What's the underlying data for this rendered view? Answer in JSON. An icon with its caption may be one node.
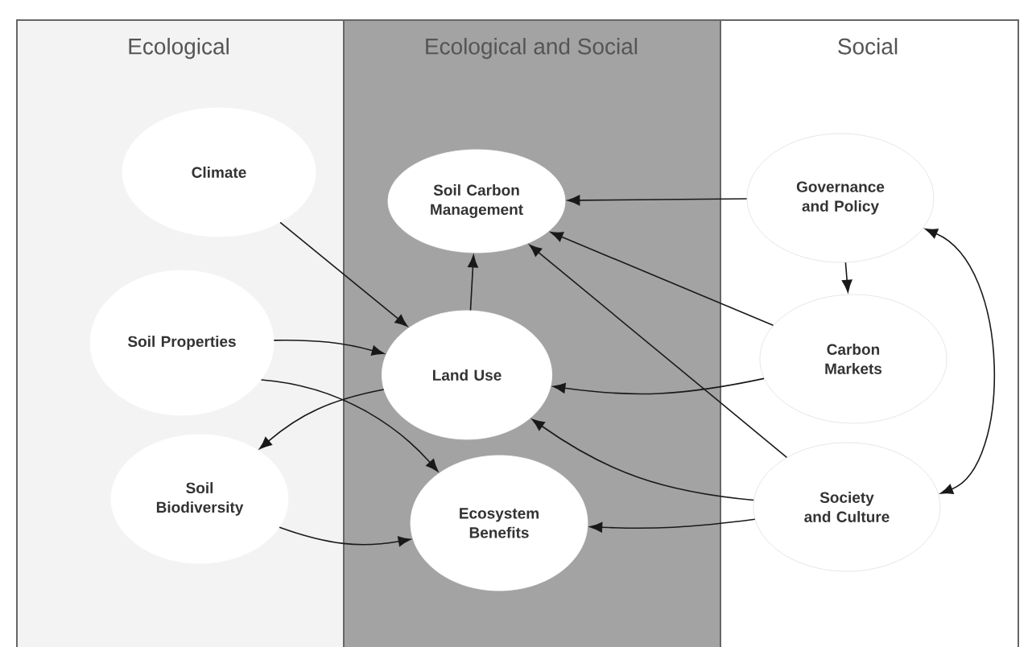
{
  "diagram": {
    "nodes": [
      {
        "text": [
          "Ecological"
        ]
      },
      {
        "text": [
          "Climate"
        ],
        "in": 0
      },
      {
        "text": [
          "Soil Properties"
        ],
        "in": 0
      },
      {
        "text": [
          "Soil Biodiversity"
        ],
        "in": 0
      },
      {
        "text": [
          "Ecological and Social"
        ]
      },
      {
        "text": [
          "Soil Carbon Management"
        ],
        "in": 4
      },
      {
        "text": [
          "Land Use"
        ],
        "in": 4
      },
      {
        "text": [
          "Ecosystem Benefits"
        ],
        "in": 4
      },
      {
        "text": [
          "Social"
        ]
      },
      {
        "text": [
          "Governance and Policy"
        ],
        "in": 8
      },
      {
        "text": [
          "Carbon Markets"
        ],
        "in": 8
      },
      {
        "text": [
          "Society and Culture"
        ],
        "in": 8
      }
    ],
    "edges": [
      {
        "from": 1,
        "to": 6,
        "arrow": "to"
      },
      {
        "from": 2,
        "to": 6,
        "arrow": "to"
      },
      {
        "from": 2,
        "to": 7,
        "arrow": "to"
      },
      {
        "from": 6,
        "to": 3,
        "arrow": "to"
      },
      {
        "from": 3,
        "to": 7,
        "arrow": "to"
      },
      {
        "from": 6,
        "to": 5,
        "arrow": "to"
      },
      {
        "from": 9,
        "to": 5,
        "arrow": "to"
      },
      {
        "from": 9,
        "to": 10,
        "arrow": "to"
      },
      {
        "from": 10,
        "to": 5,
        "arrow": "to"
      },
      {
        "from": 10,
        "to": 6,
        "arrow": "to"
      },
      {
        "from": 11,
        "to": 5,
        "arrow": "to"
      },
      {
        "from": 11,
        "to": 6,
        "arrow": "to"
      },
      {
        "from": 11,
        "to": 7,
        "arrow": "to"
      },
      {
        "from": 9,
        "to": 11,
        "arrow": "both"
      }
    ]
  }
}
